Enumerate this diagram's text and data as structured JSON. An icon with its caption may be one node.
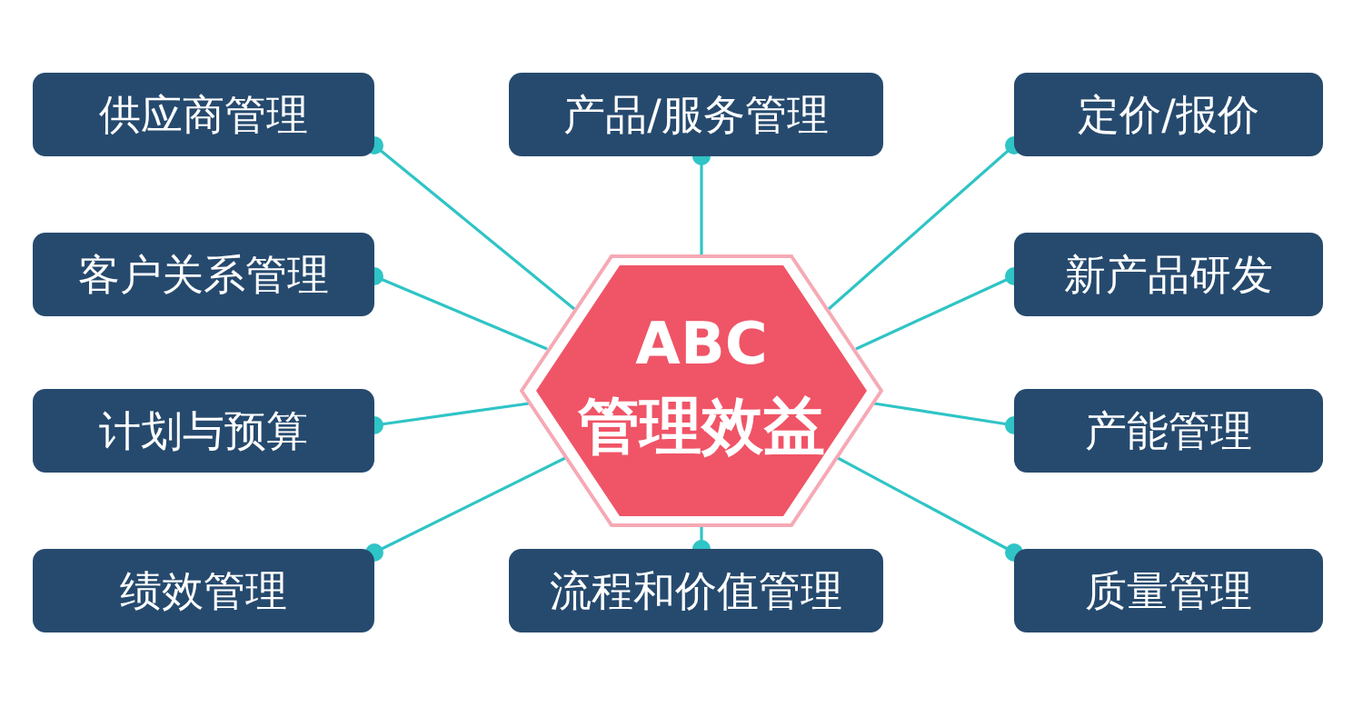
{
  "diagram": {
    "nodes": [
      {
        "text": [
          "供应商管理"
        ]
      },
      {
        "text": [
          "产品/服务管理"
        ]
      },
      {
        "text": [
          "定价/报价"
        ]
      },
      {
        "text": [
          "客户关系管理"
        ]
      },
      {
        "text": [
          "ABC",
          "管理效益"
        ]
      },
      {
        "text": [
          "新产品研发"
        ]
      },
      {
        "text": [
          "计划与预算"
        ]
      },
      {
        "text": [
          "产能管理"
        ]
      },
      {
        "text": [
          "绩效管理"
        ]
      },
      {
        "text": [
          "流程和价值管理"
        ]
      },
      {
        "text": [
          "质量管理"
        ]
      }
    ],
    "edges": [
      {
        "from": 0,
        "to": 4,
        "arrow": "other"
      },
      {
        "from": 1,
        "to": 4,
        "arrow": "other"
      },
      {
        "from": 2,
        "to": 4,
        "arrow": "other"
      },
      {
        "from": 3,
        "to": 4,
        "arrow": "other"
      },
      {
        "from": 5,
        "to": 4,
        "arrow": "other"
      },
      {
        "from": 6,
        "to": 4,
        "arrow": "other"
      },
      {
        "from": 7,
        "to": 4,
        "arrow": "other"
      },
      {
        "from": 8,
        "to": 4,
        "arrow": "other"
      },
      {
        "from": 9,
        "to": 4,
        "arrow": "other"
      },
      {
        "from": 10,
        "to": 4,
        "arrow": "other"
      }
    ]
  }
}
